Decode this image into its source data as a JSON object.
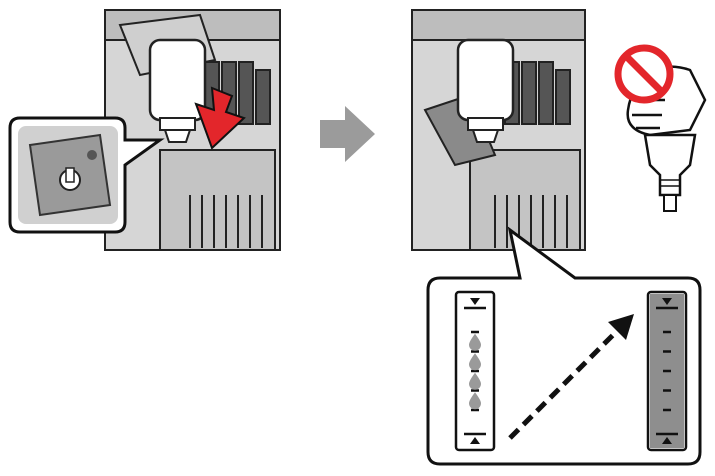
{
  "colors": {
    "background": "#ffffff",
    "outline": "#111111",
    "printer_gray": "#c9c9c9",
    "printer_dark": "#6f6f6f",
    "ink_fill": "#8e8e8e",
    "insert_arrow_red": "#e3262b",
    "step_arrow_gray": "#9b9b9b",
    "prohibit_red": "#e3262b"
  },
  "icons": {
    "step_arrow": "arrow-right-icon",
    "insert_arrow": "arrow-down-icon",
    "prohibition": "prohibition-icon",
    "fill_direction": "dashed-arrow-up-right-icon",
    "ink_drop": "ink-drop-icon"
  },
  "gauge": {
    "before_fill_level": 0.0,
    "after_fill_level": 1.0,
    "tick_count": 5
  }
}
